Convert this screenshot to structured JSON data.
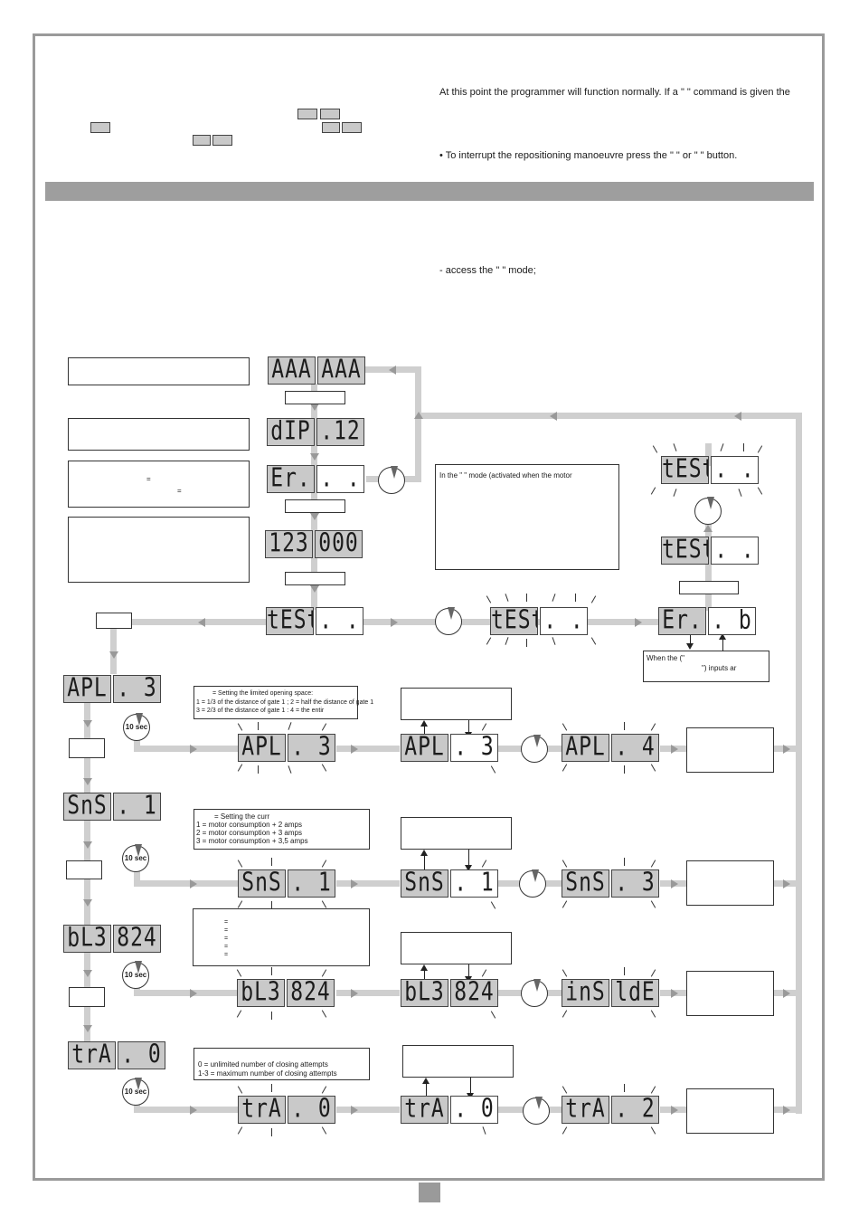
{
  "top_right": {
    "line1": "At this point the programmer will function normally. If a \"     \" command is given the",
    "line2": "• To interrupt the repositioning manoeuvre press the \"          \" or \"     \" button."
  },
  "access_line": "-  access the \"       \" mode;",
  "timer_label": "10 sec",
  "displays": {
    "model": [
      "AAA",
      "AAA"
    ],
    "dip": [
      "dIP",
      ".12"
    ],
    "er": [
      "Er.",
      ". ."
    ],
    "counter": [
      "123",
      "000"
    ],
    "test_main": [
      "tESt",
      ". ."
    ],
    "test_flash": [
      "tESt",
      ". ."
    ],
    "er_b": [
      "Er.",
      ". b"
    ],
    "test_r1": [
      "tESt",
      ". ."
    ],
    "test_r2": [
      "tESt",
      ". ."
    ],
    "apl_menu": [
      "APL",
      ". 3"
    ],
    "apl_a": [
      "APL",
      ". 3"
    ],
    "apl_b": [
      "APL",
      ". 3"
    ],
    "apl_c": [
      "APL",
      ". 4"
    ],
    "sns_menu": [
      "SnS",
      ". 1"
    ],
    "sns_a": [
      "SnS",
      ". 1"
    ],
    "sns_b": [
      "SnS",
      ". 1"
    ],
    "sns_c": [
      "SnS",
      ". 3"
    ],
    "bl_menu": [
      "bL3",
      "824"
    ],
    "bl_a": [
      "bL3",
      "824"
    ],
    "bl_b": [
      "bL3",
      "824"
    ],
    "bl_c": [
      "inS",
      "ldE"
    ],
    "tra_menu": [
      "trA",
      ". 0"
    ],
    "tra_a": [
      "trA",
      ". 0"
    ],
    "tra_b": [
      "trA",
      ". 0"
    ],
    "tra_c": [
      "trA",
      ". 2"
    ]
  },
  "notes": {
    "er_eq1": "=",
    "er_eq2": "=",
    "test_mode": "In the \"       \" mode (activated when the motor",
    "when_inputs_1": "When the (\"",
    "when_inputs_2": "\") inputs ar",
    "apl_1": "= Setting the limited opening space:",
    "apl_2": "1 = 1/3 of the distance of gate 1  ;  2 = half the distance of gate 1",
    "apl_3": "3 = 2/3 of the distance of gate 1 : 4 =  the entir",
    "sns_1": "= Setting the curr",
    "sns_2": "1 = motor consumption + 2 amps",
    "sns_3": "2 = motor consumption + 3 amps",
    "sns_4": "3 = motor consumption + 3,5 amps",
    "tra_1": "0 = unlimited number of closing attempts",
    "tra_2": "1-3 = maximum number of closing attempts",
    "bl_eq": "="
  }
}
